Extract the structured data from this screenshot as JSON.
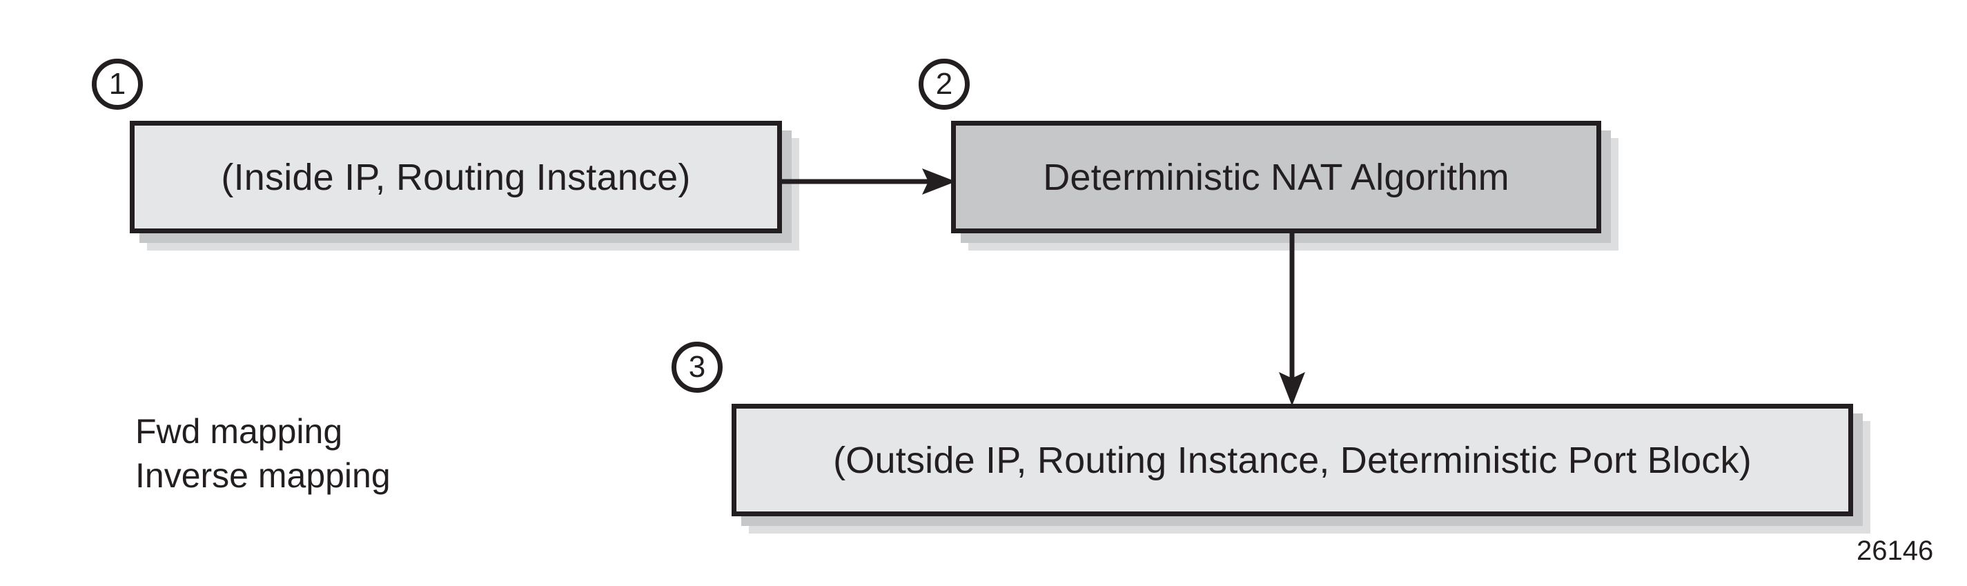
{
  "figure": {
    "number": "26146",
    "boxes": [
      {
        "id": "box1",
        "step": "1",
        "label": "(Inside IP, Routing Instance)",
        "fill": "#e5e6e8"
      },
      {
        "id": "box2",
        "step": "2",
        "label": "Deterministic NAT Algorithm",
        "fill": "#c6c7c9"
      },
      {
        "id": "box3",
        "step": "3",
        "label": "(Outside IP, Routing Instance, Deterministic Port Block)",
        "fill": "#e5e6e8"
      }
    ],
    "mapping_labels": [
      "Fwd mapping",
      "Inverse mapping"
    ],
    "arrows": [
      {
        "id": "arrow-h",
        "name": "arrow-box1-to-box2",
        "direction": "right"
      },
      {
        "id": "arrow-v",
        "name": "arrow-box2-to-box3",
        "direction": "down"
      }
    ],
    "colors": {
      "stroke": "#231f20",
      "light_fill": "#e5e6e8",
      "mid_fill": "#c6c7c9",
      "shadow_outer": "#dddee0",
      "shadow_inner": "#c6c7c9",
      "background": "#ffffff"
    }
  }
}
